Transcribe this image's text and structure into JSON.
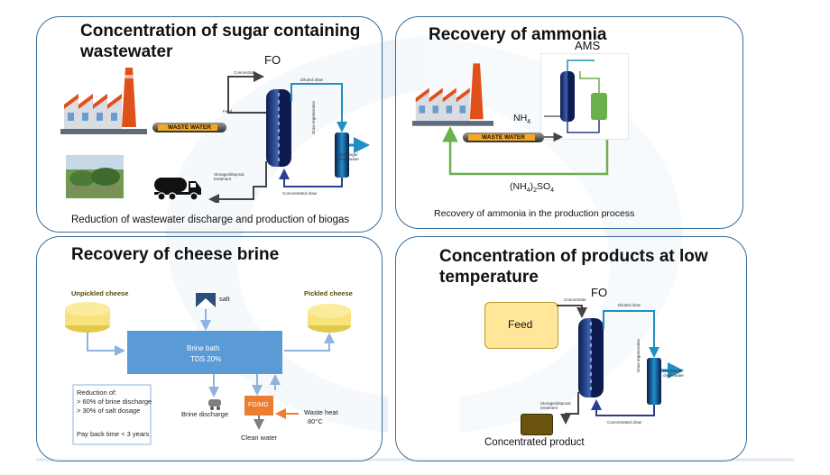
{
  "panels": {
    "sugar": {
      "title_line1": "Concentration of sugar containing",
      "title_line2": "wastewater",
      "fo": "FO",
      "concentrate": "Concentrate",
      "diluted_draw": "Diluted draw",
      "feed": "Feed",
      "draw_regeneration": "Draw regeneration",
      "discharge_line1": "Discharge/",
      "discharge_line2": "clean water",
      "storage_line1": "Storage/disposal",
      "storage_line2": "treatment",
      "concentrated_draw": "Concentrated draw",
      "waste_water": "WASTE WATER",
      "caption": "Reduction of wastewater discharge and production of biogas"
    },
    "ammonia": {
      "title": "Recovery of ammonia",
      "ams": "AMS",
      "nh4": "NH4",
      "product": "(NH4)2SO4",
      "waste_water": "WASTE WATER",
      "caption": "Recovery of ammonia in the production process"
    },
    "cheese": {
      "title": "Recovery of cheese brine",
      "unpickled": "Unpickled cheese",
      "pickled": "Pickled cheese",
      "salt": "salt",
      "brine_bath": "Brine bath",
      "tds": "TDS 20%",
      "reduction": "Reduction of:",
      "brine_red": "> 60% of brine discharge",
      "salt_red": "> 30% of salt dosage",
      "payback": "Pay back time < 3 years",
      "brine_discharge": "Brine discharge",
      "fomd": "FO/MD",
      "waste_heat": "Waste heat",
      "temp": "80°C",
      "clean_water": "Clean water"
    },
    "products": {
      "title_line1": "Concentration of products at low",
      "title_line2": "temperature",
      "fo": "FO",
      "feed": "Feed",
      "concentrate": "Concentrate",
      "diluted_draw": "Diluted draw",
      "draw_regeneration": "Draw regeneration",
      "discharge_line1": "Discharge/",
      "discharge_line2": "clean water",
      "storage_line1": "Storage/disposal",
      "storage_line2": "treatment",
      "concentrated_draw": "Concentrated draw",
      "concentrated_product": "Concentrated product"
    }
  },
  "colors": {
    "border": "#3a6d9a",
    "draw_blue": "#1f8fc6",
    "navy": "#0d1b4f",
    "ammonia_green": "#6ab04c",
    "brine_blue": "#5b9bd5",
    "fomd_orange": "#ed7d31",
    "feed_fill": "#ffe699",
    "product_brown": "#6b5410",
    "cheese_yellow": "#f8e37a",
    "factory_red": "#e0501b",
    "tape_orange": "#f5a623"
  },
  "icons": [
    "factory-icon",
    "biogas-plant-icon",
    "tanker-truck-icon",
    "pipe-icon",
    "membrane-column-icon",
    "cheese-wheel-icon",
    "salt-pile-icon",
    "small-tank-icon"
  ]
}
